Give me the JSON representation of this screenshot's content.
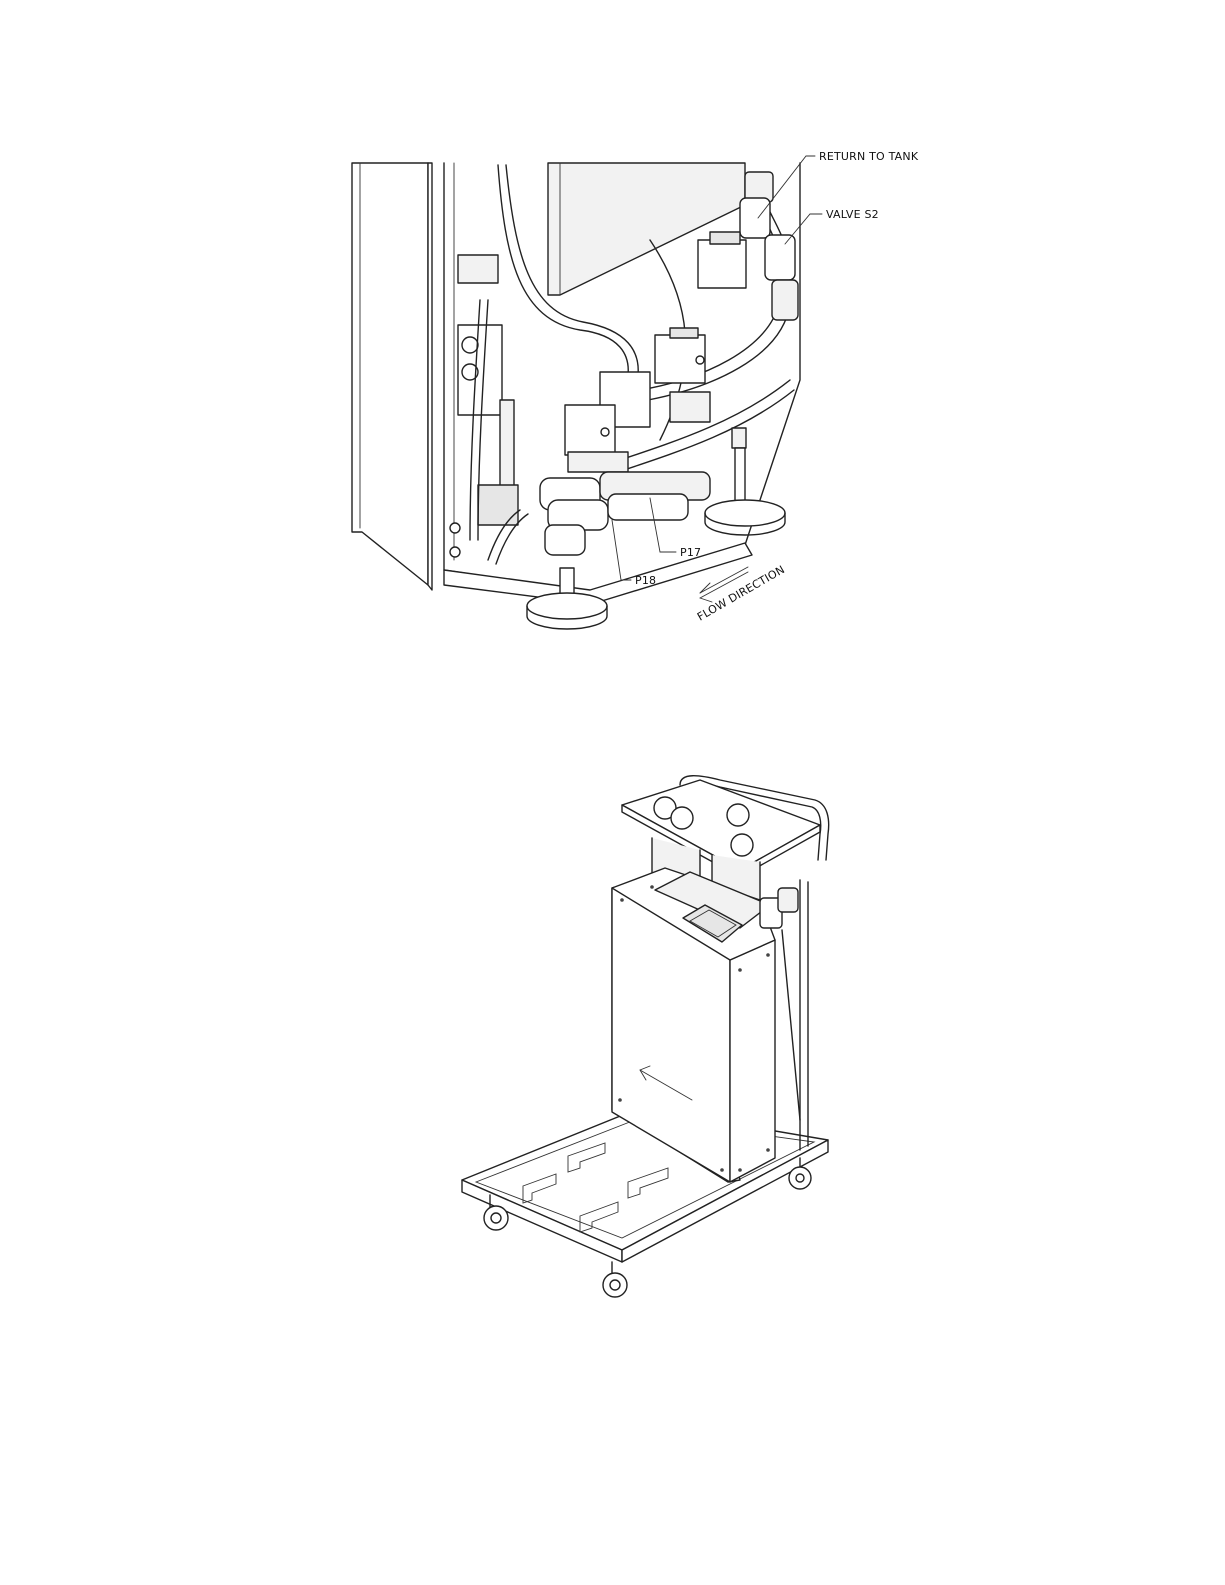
{
  "figure_top": {
    "labels": {
      "return_to_tank": "RETURN TO TANK",
      "valve_s2": "VALVE S2",
      "p17": "P17",
      "p18": "P18",
      "flow_direction": "FLOW DIRECTION"
    }
  },
  "figure_bottom": {}
}
